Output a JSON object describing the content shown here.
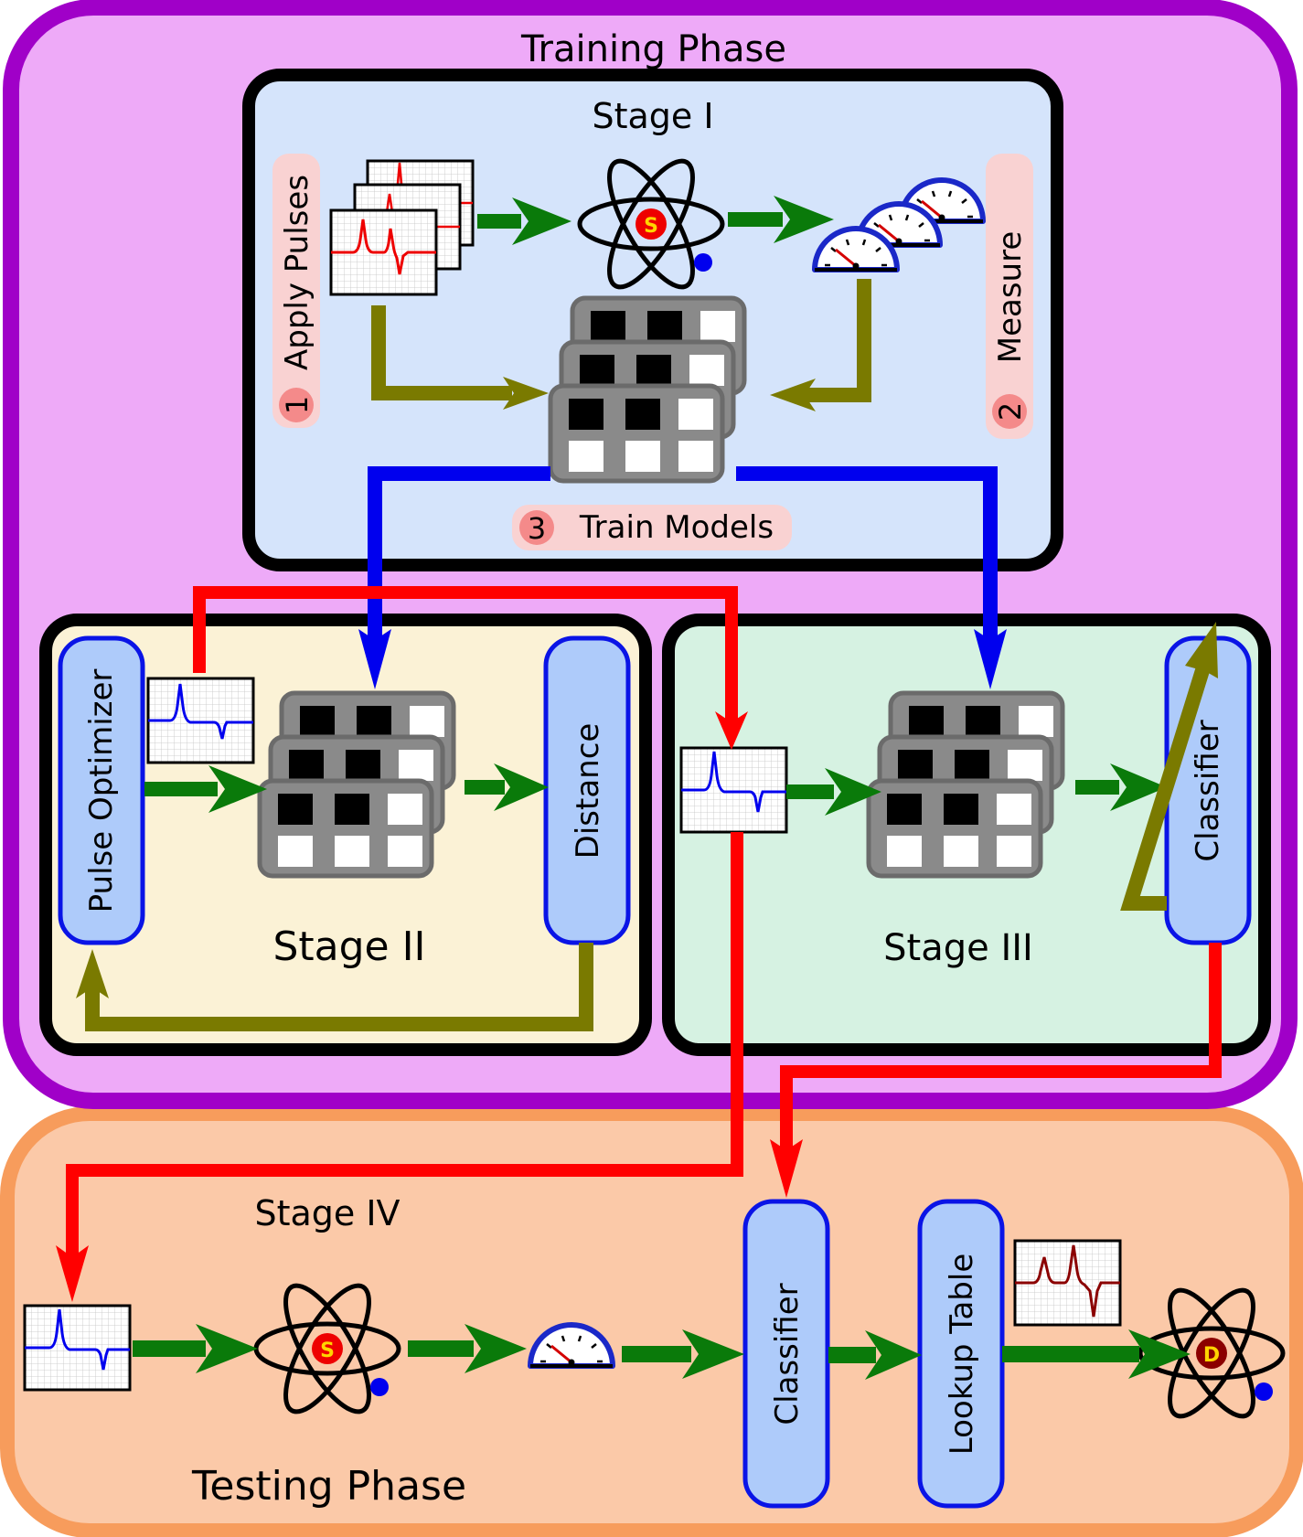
{
  "training": {
    "title": "Training Phase",
    "stage1": {
      "title": "Stage I",
      "apply": {
        "number": "1",
        "label": "Apply Pulses"
      },
      "measure": {
        "number": "2",
        "label": "Measure"
      },
      "train": {
        "number": "3",
        "label": "Train Models"
      },
      "system_symbol": "S"
    },
    "stage2": {
      "title": "Stage II",
      "pulse_optimizer": "Pulse Optimizer",
      "distance": "Distance"
    },
    "stage3": {
      "title": "Stage III",
      "classifier": "Classifier"
    }
  },
  "testing": {
    "title": "Testing Phase",
    "stage4": {
      "title": "Stage IV",
      "classifier": "Classifier",
      "lookup": "Lookup Table",
      "system_symbol": "S",
      "detected_symbol": "D"
    }
  },
  "colors": {
    "training_bg": "#eeaaf8",
    "training_border": "#a000c8",
    "testing_bg": "#fbc9a8",
    "testing_border": "#f79c5c",
    "stage1_bg": "#d5e4fb",
    "stage2_bg": "#fbf2d6",
    "stage3_bg": "#d6f2e2",
    "pill_bg": "#aecbfa",
    "pill_border": "#0a14e6",
    "green_arrow": "#0a7a0a",
    "olive_arrow": "#7a7a00",
    "blue_arrow": "#0000ee",
    "red_arrow": "#ff0000",
    "step_badge": "#f48a8a",
    "step_pill": "#f9d2d2"
  }
}
